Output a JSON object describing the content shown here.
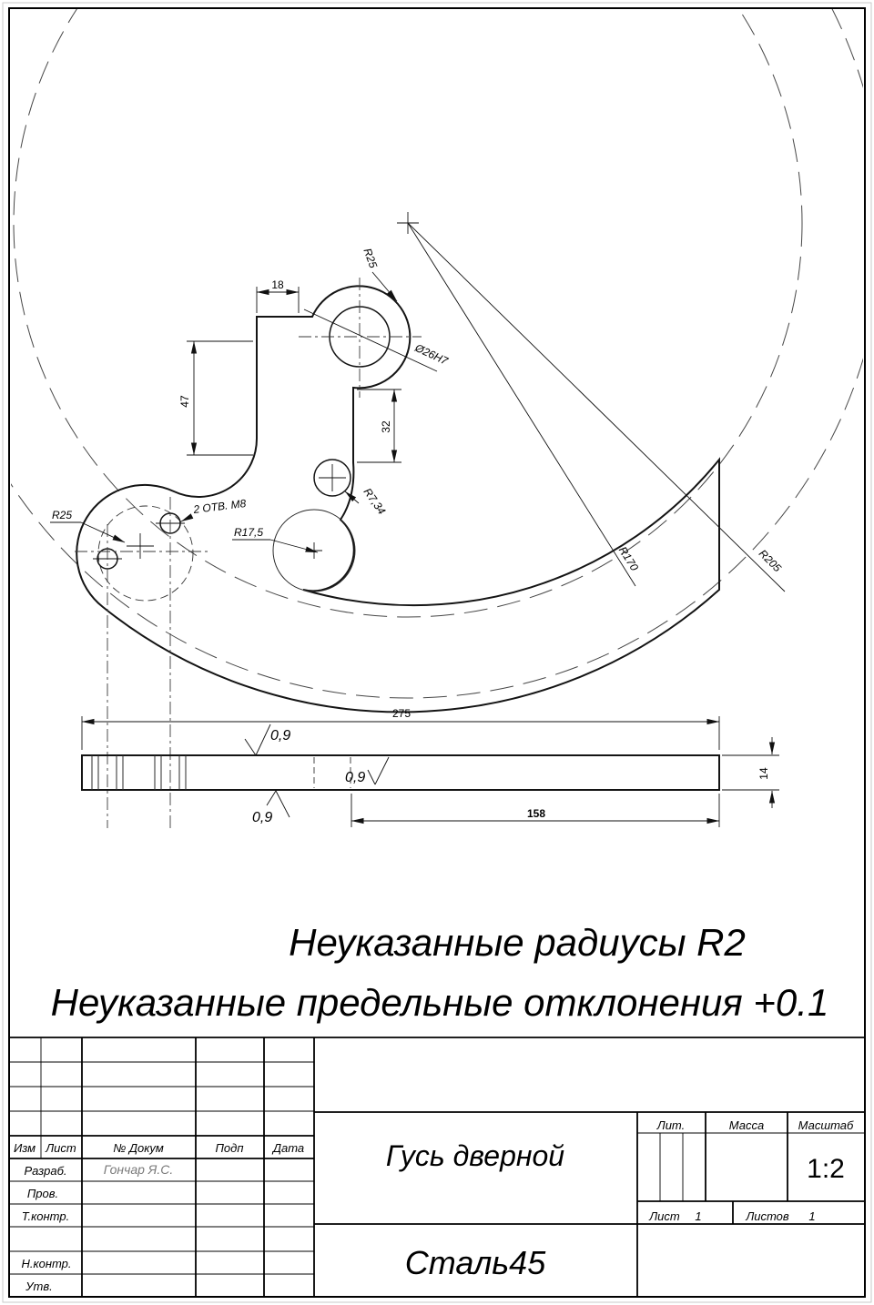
{
  "sheet": {
    "notes": {
      "line1": "Неуказанные радиусы R2",
      "line2": "Неуказанные предельные отклонения +0.1"
    }
  },
  "drawing": {
    "dimensions": {
      "width_18": "18",
      "height_47": "47",
      "height_32": "32",
      "length_275": "275",
      "length_158": "158",
      "thickness_14": "14"
    },
    "labels": {
      "r25_top": "R25",
      "bore_26h7": "Ø26Н7",
      "r7_34": "R7,34",
      "r17_5": "R17,5",
      "r25_left": "R25",
      "holes_m8": "2 ОТВ. М8",
      "r170": "R170",
      "r205": "R205"
    },
    "roughness": {
      "top": "0,9",
      "middle": "0,9",
      "bottom": "0,9"
    }
  },
  "titleblock": {
    "columns": {
      "izm": "Изм",
      "list": "Лист",
      "doc": "№ Докум",
      "podp": "Подп",
      "data": "Дата"
    },
    "rows": {
      "razrab": "Разраб.",
      "razrab_name": "Гончар Я.С.",
      "prov": "Пров.",
      "tkontr": "Т.контр.",
      "nkontr": "Н.контр.",
      "utv": "Утв."
    },
    "title": "Гусь дверной",
    "material": "Сталь45",
    "lit": "Лит.",
    "massa": "Масса",
    "masshtab": "Масштаб",
    "scale": "1:2",
    "sheet_label": "Лист",
    "sheet_no": "1",
    "sheets_label": "Листов",
    "sheets_no": "1"
  }
}
